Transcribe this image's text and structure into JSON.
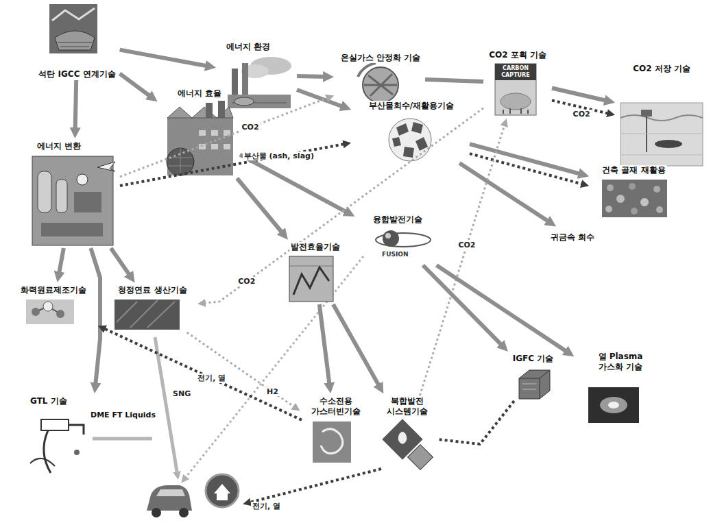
{
  "diagram": {
    "nodes": [
      {
        "text": [
          "석탄 IGCC 연계기술"
        ]
      },
      {
        "text": [
          "에너지 환경"
        ]
      },
      {
        "text": [
          "온실가스 안정화 기술"
        ]
      },
      {
        "text": [
          "CO2 포획 기술"
        ]
      },
      {
        "text": [
          "CO2 저장 기술"
        ]
      },
      {
        "text": [
          "에너지 효율"
        ]
      },
      {
        "text": [
          "부산물회수/재활용기술"
        ]
      },
      {
        "text": [
          "에너지 변환"
        ]
      },
      {
        "text": [
          "건축 골재 재활용"
        ]
      },
      {
        "text": [
          "귀금속 회수"
        ]
      },
      {
        "text": [
          "융합발전기술"
        ]
      },
      {
        "text": [
          "발전효율기술"
        ]
      },
      {
        "text": [
          "화력원료제조기술"
        ]
      },
      {
        "text": [
          "청정연료 생산기술"
        ]
      },
      {
        "text": [
          "IGFC 기술"
        ]
      },
      {
        "text": [
          "열 Plasma 가스화 기술"
        ]
      },
      {
        "text": [
          "GTL 기술",
          "DME FT Liquids"
        ]
      },
      {
        "text": [
          "수소전용 가스터빈기술"
        ]
      },
      {
        "text": [
          "복합발전 시스템기술"
        ]
      }
    ],
    "edges": [
      {
        "from": 0,
        "to": 1,
        "arrow": "to"
      },
      {
        "from": 1,
        "to": 2,
        "arrow": "to"
      },
      {
        "from": 1,
        "to": 6,
        "arrow": "to"
      },
      {
        "from": 2,
        "to": 3,
        "arrow": "none"
      },
      {
        "from": 3,
        "to": 4,
        "arrow": "to"
      },
      {
        "from": 3,
        "to": 4,
        "label": "CO2",
        "arrow": "to"
      },
      {
        "from": 7,
        "to": 2,
        "label": "CO2",
        "arrow": "to"
      },
      {
        "from": 0,
        "to": 5,
        "arrow": "to"
      },
      {
        "from": 0,
        "to": 7,
        "arrow": "to"
      },
      {
        "from": 7,
        "to": 6,
        "label": "부산물 (ash, slag)",
        "arrow": "to"
      },
      {
        "from": 5,
        "to": 11,
        "arrow": "to"
      },
      {
        "from": 5,
        "to": 10,
        "arrow": "to"
      },
      {
        "from": 6,
        "to": 8,
        "arrow": "to"
      },
      {
        "from": 6,
        "to": 9,
        "arrow": "to"
      },
      {
        "from": 6,
        "to": 8,
        "arrow": "to"
      },
      {
        "from": 3,
        "to": 13,
        "label": "CO2",
        "arrow": "to"
      },
      {
        "from": 18,
        "to": 3,
        "label": "CO2",
        "arrow": "to"
      },
      {
        "from": 7,
        "to": 12,
        "arrow": "to"
      },
      {
        "from": 7,
        "to": 13,
        "arrow": "to"
      },
      {
        "from": 7,
        "to": 16,
        "arrow": "to"
      },
      {
        "from": 17,
        "to": 12,
        "label": "전기, 열",
        "arrow": "to"
      },
      {
        "from": 13,
        "to": 17,
        "label": "H2",
        "arrow": "to"
      },
      {
        "from": 11,
        "to": 17,
        "arrow": "to"
      },
      {
        "from": 11,
        "to": 18,
        "arrow": "to"
      },
      {
        "from": 10,
        "to": 14,
        "arrow": "to"
      },
      {
        "from": 10,
        "to": 15,
        "arrow": "to"
      },
      {
        "from": 14,
        "to": 18,
        "arrow": "none"
      }
    ],
    "labels": [
      "CARBON CAPTURE",
      "FUSION",
      "SNG",
      "전기, 열"
    ]
  }
}
